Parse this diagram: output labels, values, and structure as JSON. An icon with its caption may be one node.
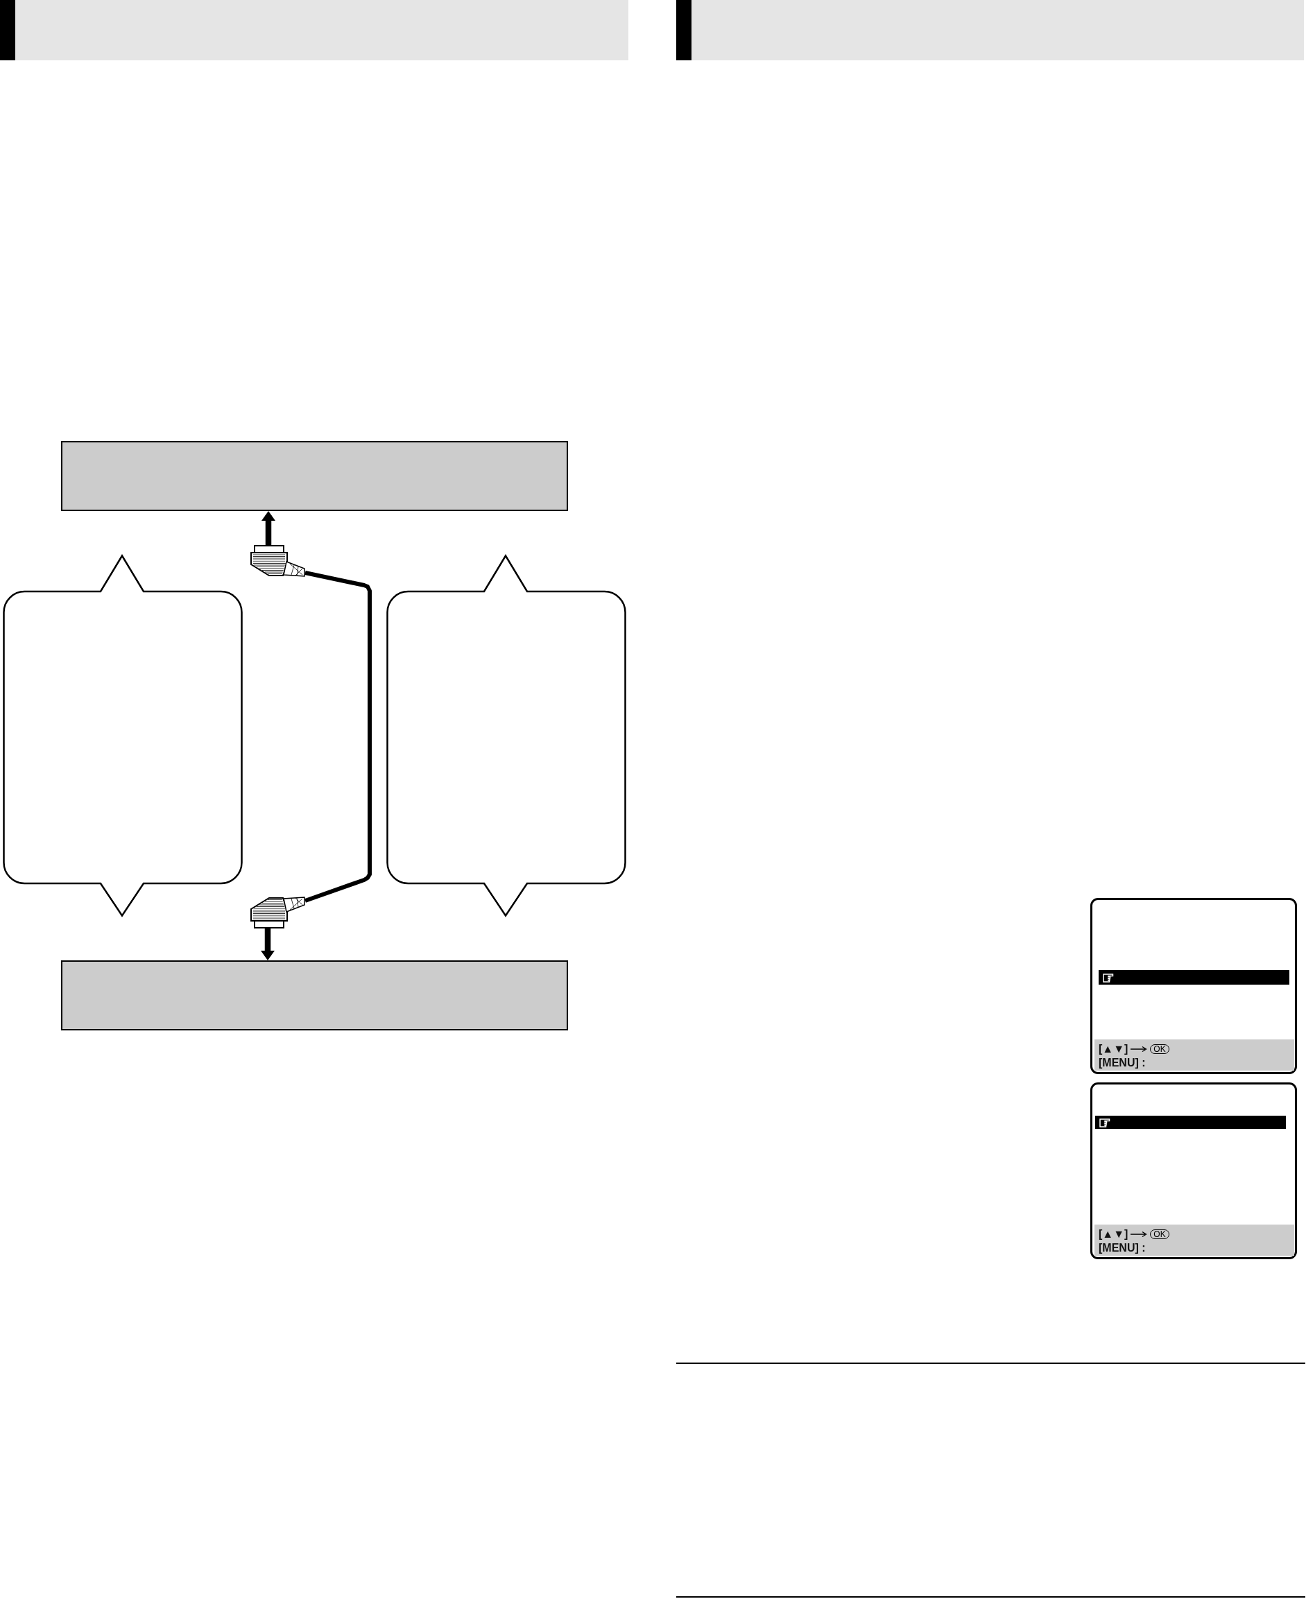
{
  "diagram": {
    "nodes": [
      {
        "text": [],
        "shape": "box"
      },
      {
        "text": [],
        "shape": "picture"
      },
      {
        "text": [],
        "shape": "bubble"
      },
      {
        "text": [],
        "shape": "bubble"
      },
      {
        "text": [],
        "shape": "picture"
      },
      {
        "text": [],
        "shape": "box"
      },
      {
        "text": [
          "[▲▼]",
          "OK",
          "[MENU] :"
        ]
      },
      {
        "text": [
          "[▲▼]",
          "OK",
          "[MENU] :"
        ]
      }
    ],
    "edges": [
      {
        "from": 1,
        "to": 0,
        "arrow": "to"
      },
      {
        "from": 1,
        "to": 4,
        "arrow": "none"
      },
      {
        "from": 4,
        "to": 5,
        "arrow": "to"
      }
    ]
  }
}
